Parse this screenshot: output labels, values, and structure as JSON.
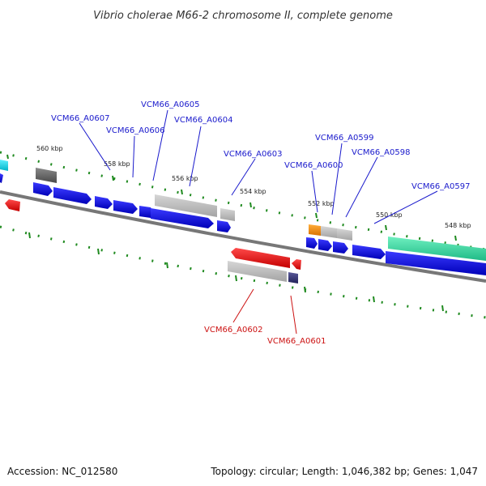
{
  "map": {
    "title": "Vibrio cholerae M66-2 chromosome II, complete genome",
    "footer": {
      "accession": "Accession: NC_012580",
      "summary": "Topology: circular; Length: 1,046,382 bp; Genes: 1,047"
    },
    "scale_labels": [
      "560 kbp",
      "558 kbp",
      "556 kbp",
      "554 kbp",
      "552 kbp",
      "550 kbp",
      "548 kbp"
    ],
    "gene_labels": {
      "a0607": "VCM66_A0607",
      "a0606": "VCM66_A0606",
      "a0605": "VCM66_A0605",
      "a0604": "VCM66_A0604",
      "a0603": "VCM66_A0603",
      "a0600": "VCM66_A0600",
      "a0599": "VCM66_A0599",
      "a0598": "VCM66_A0598",
      "a0597": "VCM66_A0597",
      "a0602": "VCM66_A0602",
      "a0601": "VCM66_A0601"
    },
    "colors": {
      "forward_gene": "#1010dd",
      "reverse_gene": "#ee1111",
      "pseudo_gene": "#b0b0b0",
      "backbone": "#888888",
      "tick": "#1f8a1f",
      "label_forward": "#1a1acc",
      "label_reverse": "#cc1111",
      "teal_feature": "#33d6a0",
      "orange_feature": "#f28c00"
    }
  }
}
